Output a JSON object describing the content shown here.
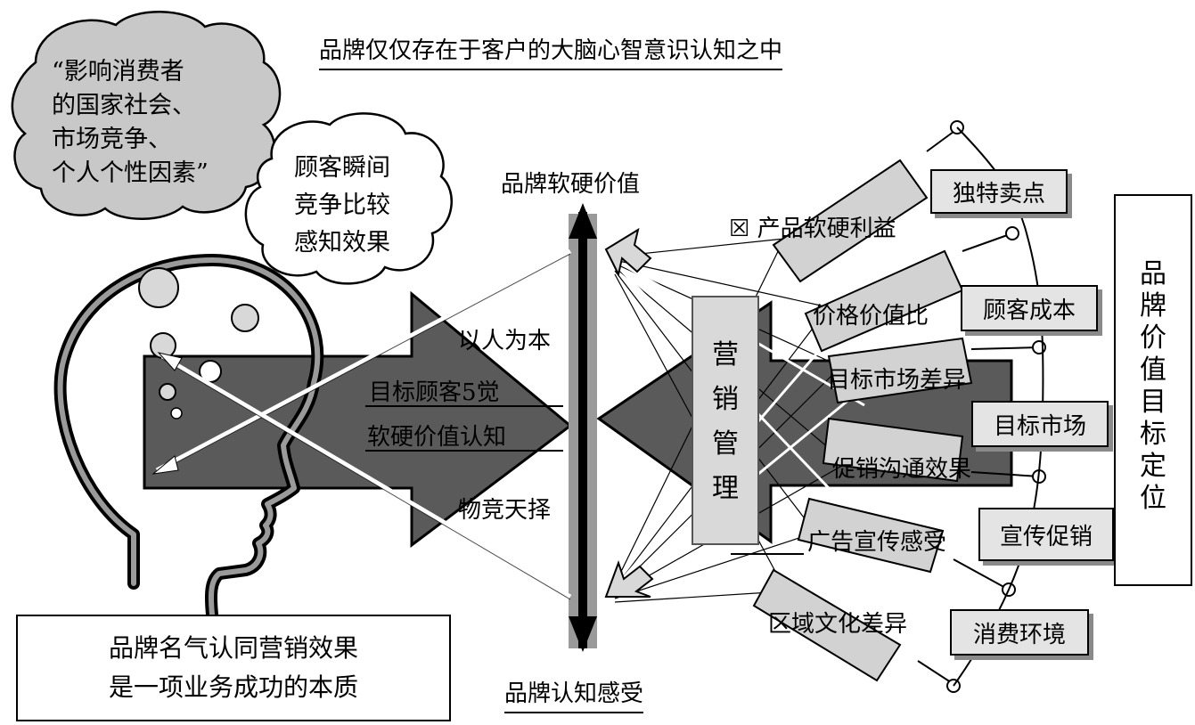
{
  "header": {
    "title": "品牌仅仅存在于客户的大脑心智意识认知之中"
  },
  "cloud_influence": {
    "lines": [
      "“影响消费者",
      "的国家社会、",
      "市场竞争、",
      "个人个性因素”"
    ]
  },
  "cloud_customer": {
    "lines": [
      "顾客瞬间",
      "竞争比较",
      "感知效果"
    ]
  },
  "axis": {
    "top_label": "品牌软硬价值",
    "bottom_label": "品牌认知感受"
  },
  "left_arrow": {
    "upper_label": "以人为本",
    "middle_line1": "目标顾客5觉",
    "middle_line2": "软硬价值认知",
    "lower_label": "物竞天择"
  },
  "marketing": {
    "chars": [
      "营",
      "销",
      "管",
      "理"
    ]
  },
  "factors": [
    "☒ 产品软硬利益",
    "价格价值比",
    "目标市场差异",
    "促销沟通效果",
    "广告宣传感受",
    "区域文化差异"
  ],
  "boxes": {
    "usp": "独特卖点",
    "cost": "顾客成本",
    "market": "目标市场",
    "promo": "宣传促销",
    "env": "消费环境"
  },
  "positioning": {
    "chars": [
      "品",
      "牌",
      "价",
      "值",
      "目",
      "标",
      "定",
      "位"
    ]
  },
  "bottom_note": {
    "line1": "品牌名气认同营销效果",
    "line2": "是一项业务成功的本质"
  }
}
